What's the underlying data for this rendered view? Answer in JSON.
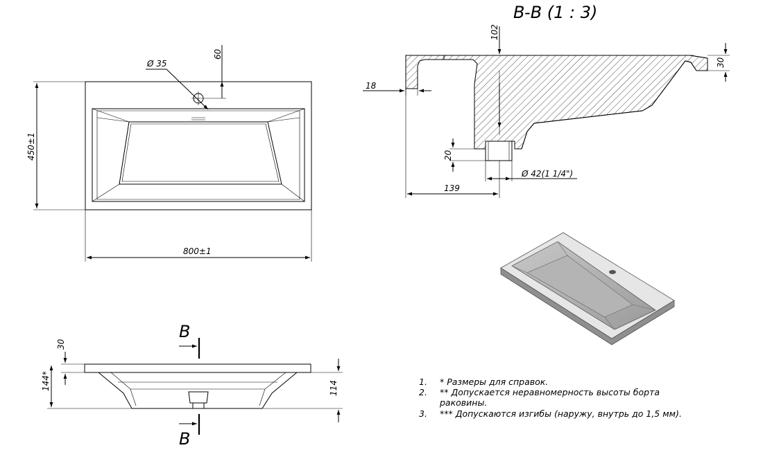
{
  "section": {
    "title": "B-B (1 : 3)"
  },
  "dims": {
    "d35": "Ø 35",
    "d60": "60",
    "w450": "450±1",
    "w800": "800±1",
    "s102": "102",
    "s30": "30",
    "s18": "18",
    "s20": "20",
    "s42": "Ø 42(1 1/4\")",
    "s139": "139",
    "f30": "30",
    "f144": "144*",
    "f114": "114"
  },
  "cut_marks": {
    "top": "B",
    "bottom": "B"
  },
  "notes": [
    {
      "num": "1.",
      "lines": [
        "*  Размеры для справок."
      ]
    },
    {
      "num": "2.",
      "lines": [
        "** Допускается неравномерность высоты борта",
        "раковины."
      ]
    },
    {
      "num": "3.",
      "lines": [
        "*** Допускаются изгибы (наружу, внутрь до 1,5 мм)."
      ]
    }
  ]
}
